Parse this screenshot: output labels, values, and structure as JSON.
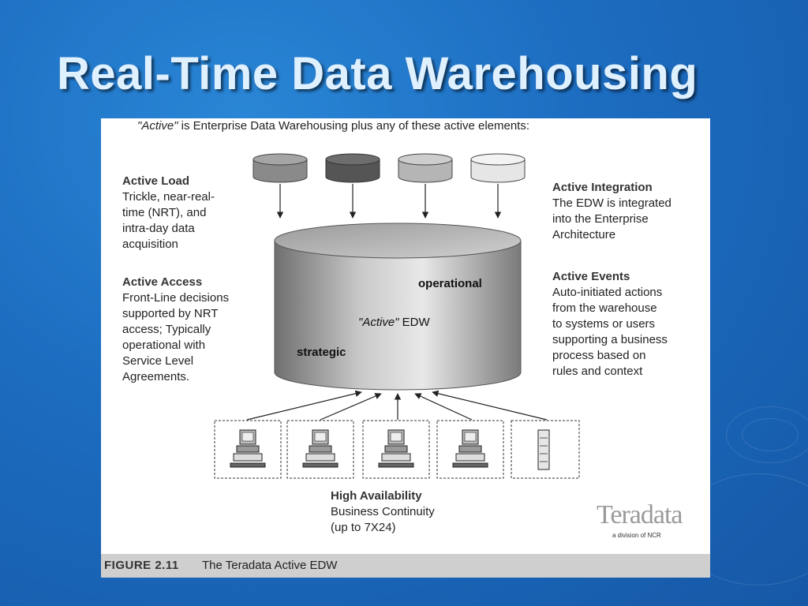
{
  "slide": {
    "title": "Real-Time Data Warehousing"
  },
  "figure": {
    "intro_prefix": "\"Active\"",
    "intro_rest": " is Enterprise Data Warehousing plus any of these active elements:",
    "active_load": {
      "heading": "Active Load",
      "lines": [
        "Trickle, near-real-",
        "time (NRT), and",
        "intra-day data",
        "acquisition"
      ]
    },
    "active_access": {
      "heading": "Active Access",
      "lines": [
        "Front-Line decisions",
        "supported by NRT",
        "access; Typically",
        "operational with",
        "Service Level",
        "Agreements."
      ]
    },
    "active_integration": {
      "heading": "Active Integration",
      "lines": [
        "The EDW is integrated",
        "into the Enterprise",
        "Architecture"
      ]
    },
    "active_events": {
      "heading": "Active Events",
      "lines": [
        "Auto-initiated actions",
        "from the warehouse",
        "to systems or users",
        "supporting a business",
        "process based on",
        "rules and context"
      ]
    },
    "cylinder": {
      "operational": "operational",
      "active_prefix": "\"Active\"",
      "edw": " EDW",
      "strategic": "strategic"
    },
    "high_availability": {
      "heading": "High Availability",
      "lines": [
        "Business Continuity",
        "(up to 7X24)"
      ]
    },
    "logo": {
      "name": "Teradata",
      "sub": "a division of NCR"
    },
    "caption": {
      "number": "FIGURE 2.11",
      "text": "The Teradata Active EDW"
    }
  },
  "colors": {
    "background": "#1c6cc0",
    "title": "#dff0ff",
    "source_cylinders": [
      "#8a8a8a",
      "#555555",
      "#b5b5b5",
      "#e6e6e6"
    ]
  },
  "icons": [
    "database-cylinder-icon",
    "workstation-icon",
    "server-icon",
    "arrow-icon"
  ]
}
